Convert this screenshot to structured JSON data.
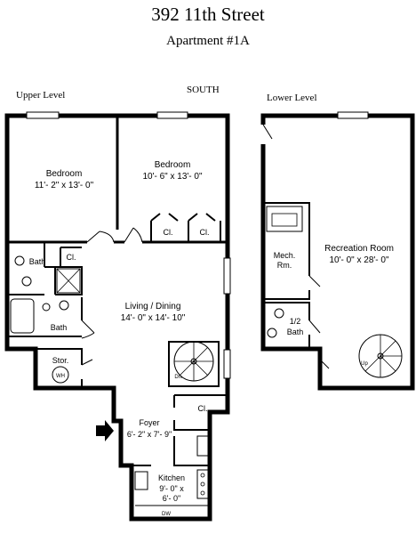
{
  "header": {
    "address": "392 11th Street",
    "unit": "Apartment #1A"
  },
  "labels": {
    "upper_level": "Upper Level",
    "lower_level": "Lower Level",
    "compass": "SOUTH"
  },
  "rooms": {
    "bedroom1": {
      "name": "Bedroom",
      "size": "11'- 2\" x 13'- 0\""
    },
    "bedroom2": {
      "name": "Bedroom",
      "size": "10'- 6\" x 13'- 0\""
    },
    "living": {
      "name": "Living / Dining",
      "size": "14'- 0\" x 14'- 10\""
    },
    "foyer": {
      "name": "Foyer",
      "size": "6'- 2\" x 7'- 9\""
    },
    "kitchen": {
      "name": "Kitchen",
      "size1": "9'- 0\" x",
      "size2": "6'- 0\""
    },
    "recreation": {
      "name": "Recreation Room",
      "size": "10'- 0\" x 28'- 0\""
    },
    "mech": {
      "name": "Mech.",
      "name2": "Rm."
    },
    "half_bath": {
      "name": "1/2",
      "name2": "Bath"
    }
  },
  "small_labels": {
    "bath_upper": "Bath",
    "bath_lower": "Bath",
    "closet_a": "Cl.",
    "closet_b": "Cl.",
    "closet_c": "Cl.",
    "closet_d": "Cl.",
    "storage": "Stor.",
    "water_heater": "WH",
    "stair_dn": "Dn.",
    "stair_up": "Up",
    "dishwasher": "DW"
  }
}
